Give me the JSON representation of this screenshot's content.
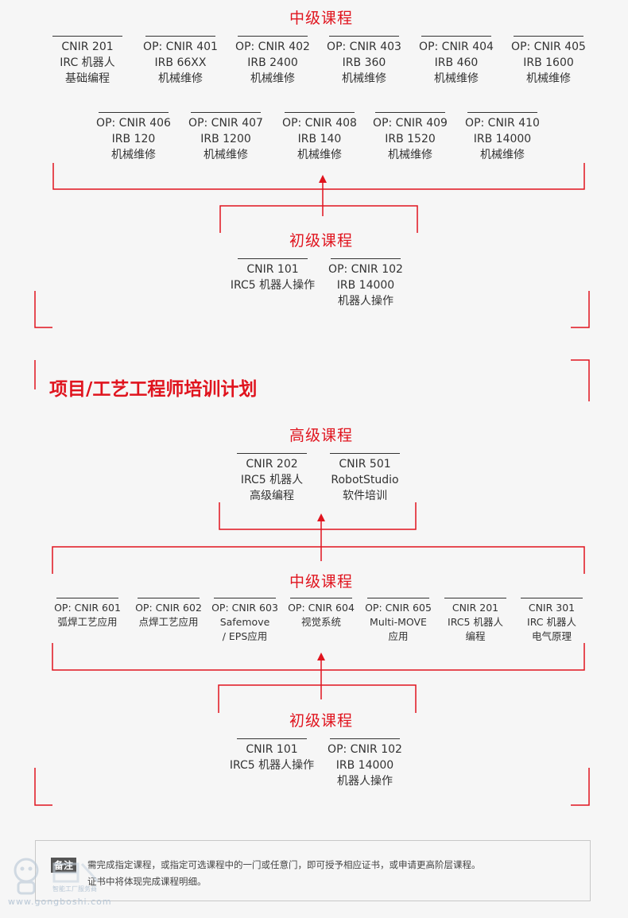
{
  "top": {
    "intermediate_heading": "中级课程",
    "row1": [
      {
        "lines": [
          "CNIR 201",
          "IRC 机器人",
          "基础编程"
        ]
      },
      {
        "lines": [
          "OP: CNIR 401",
          "IRB 66XX",
          "机械维修"
        ]
      },
      {
        "lines": [
          "OP: CNIR 402",
          "IRB 2400",
          "机械维修"
        ]
      },
      {
        "lines": [
          "OP: CNIR 403",
          "IRB 360",
          "机械维修"
        ]
      },
      {
        "lines": [
          "OP: CNIR 404",
          "IRB 460",
          "机械维修"
        ]
      },
      {
        "lines": [
          "OP: CNIR 405",
          "IRB 1600",
          "机械维修"
        ]
      }
    ],
    "row2": [
      {
        "lines": [
          "OP: CNIR 406",
          "IRB 120",
          "机械维修"
        ]
      },
      {
        "lines": [
          "OP: CNIR 407",
          "IRB 1200",
          "机械维修"
        ]
      },
      {
        "lines": [
          "OP: CNIR 408",
          "IRB 140",
          "机械维修"
        ]
      },
      {
        "lines": [
          "OP: CNIR 409",
          "IRB 1520",
          "机械维修"
        ]
      },
      {
        "lines": [
          "OP: CNIR 410",
          "IRB 14000",
          "机械维修"
        ]
      }
    ],
    "beginner_heading": "初级课程",
    "beginner": [
      {
        "lines": [
          "CNIR 101",
          "IRC5 机器人操作"
        ]
      },
      {
        "lines": [
          "OP: CNIR 102",
          "IRB 14000",
          "机器人操作"
        ]
      }
    ]
  },
  "project": {
    "title": "项目/工艺工程师培训计划",
    "advanced_heading": "高级课程",
    "advanced": [
      {
        "lines": [
          "CNIR 202",
          "IRC5 机器人",
          "高级编程"
        ]
      },
      {
        "lines": [
          "CNIR 501",
          "RobotStudio",
          "软件培训"
        ]
      }
    ],
    "intermediate_heading": "中级课程",
    "intermediate": [
      {
        "lines": [
          "OP: CNIR 601",
          "弧焊工艺应用"
        ]
      },
      {
        "lines": [
          "OP: CNIR 602",
          "点焊工艺应用"
        ]
      },
      {
        "lines": [
          "OP: CNIR 603",
          "Safemove",
          "/ EPS应用"
        ]
      },
      {
        "lines": [
          "OP: CNIR 604",
          "视觉系统"
        ]
      },
      {
        "lines": [
          "OP: CNIR 605",
          "Multi-MOVE",
          "应用"
        ]
      },
      {
        "lines": [
          "CNIR 201",
          "IRC5 机器人",
          "编程"
        ]
      },
      {
        "lines": [
          "CNIR 301",
          "IRC 机器人",
          "电气原理"
        ]
      }
    ],
    "beginner_heading": "初级课程",
    "beginner": [
      {
        "lines": [
          "CNIR 101",
          "IRC5 机器人操作"
        ]
      },
      {
        "lines": [
          "OP: CNIR 102",
          "IRB 14000",
          "机器人操作"
        ]
      }
    ]
  },
  "note": {
    "label": "备注",
    "line1": "需完成指定课程，或指定可选课程中的一门或任意门，即可授予相应证书，或申请更高阶层课程。",
    "line2": "证书中将体现完成课程明细。"
  },
  "watermark": {
    "site": "www.gongboshi.com",
    "sub": "智能工厂服务商"
  },
  "colors": {
    "accent": "#e0141e",
    "text": "#333333",
    "background": "#f6f6f6"
  }
}
